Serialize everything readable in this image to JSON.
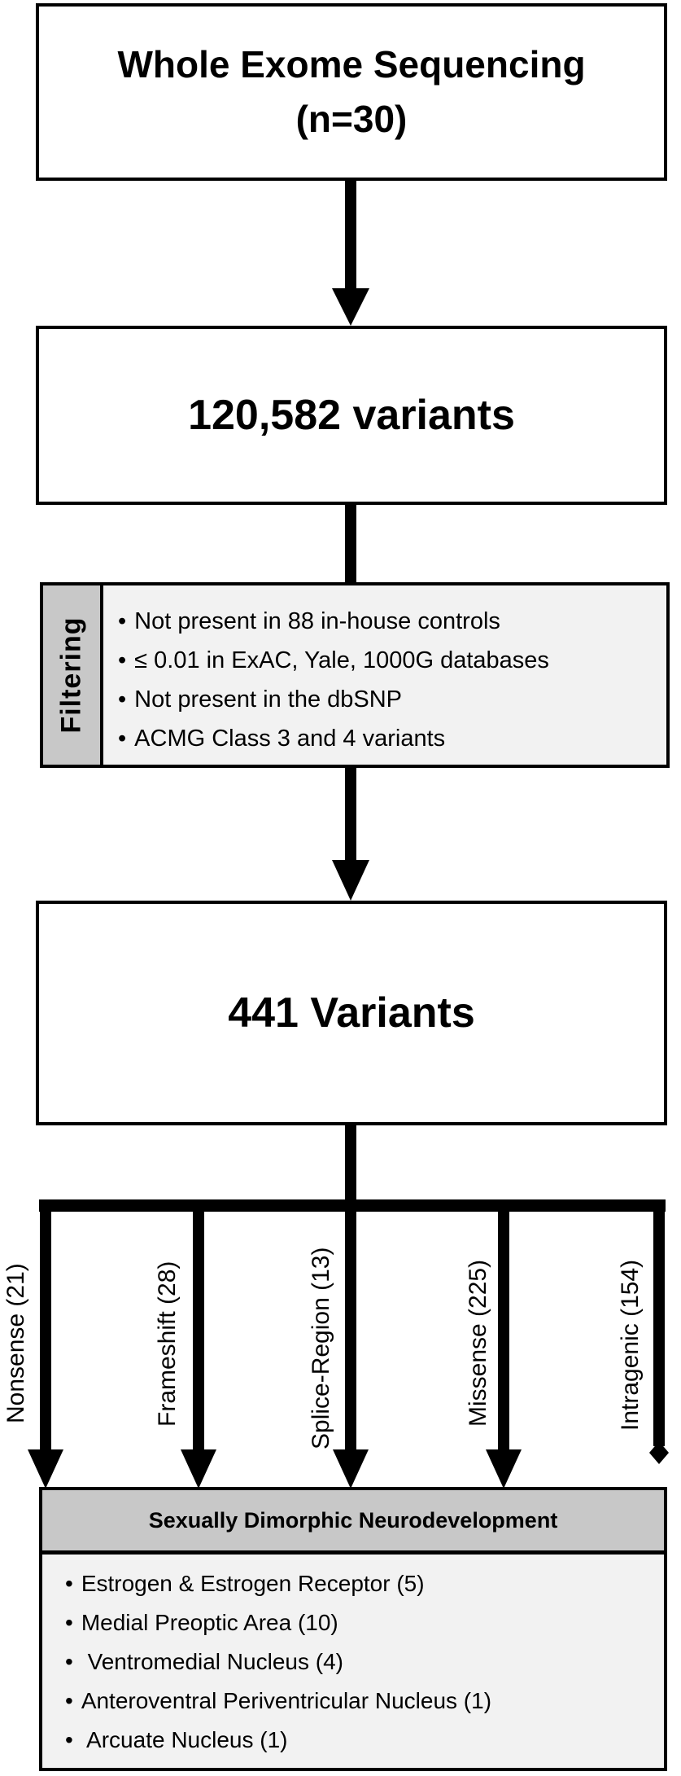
{
  "steps": {
    "sequencing": {
      "line1": "Whole Exome Sequencing",
      "line2": "(n=30)"
    },
    "variants_total": "120,582 variants",
    "filtering": {
      "label": "Filtering",
      "criteria": [
        "Not present in 88 in-house controls",
        "≤ 0.01 in ExAC, Yale, 1000G databases",
        "Not present in the dbSNP",
        "ACMG Class 3 and 4 variants"
      ]
    },
    "variants_filtered": "441 Variants"
  },
  "branches": [
    {
      "label": "Nonsense (21)",
      "end": "arrow"
    },
    {
      "label": "Frameshift (28)",
      "end": "arrow"
    },
    {
      "label": "Splice-Region (13)",
      "end": "arrow"
    },
    {
      "label": "Missense (225)",
      "end": "arrow"
    },
    {
      "label": "Intragenic (154)",
      "end": "diamond"
    }
  ],
  "result": {
    "title": "Sexually Dimorphic Neurodevelopment",
    "items": [
      "Estrogen & Estrogen Receptor (5)",
      "Medial Preoptic Area (10)",
      " Ventromedial Nucleus (4)",
      "Anteroventral Periventricular Nucleus (1)",
      " Arcuate Nucleus (1)"
    ]
  },
  "colors": {
    "header_fill": "#c8c8c8",
    "body_fill": "#f2f2f2",
    "stroke": "#000000"
  }
}
